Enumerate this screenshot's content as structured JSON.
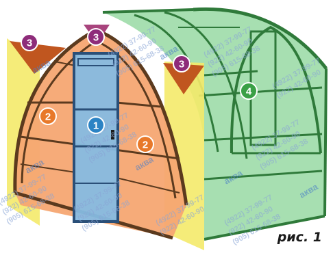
{
  "caption": "рис. 1",
  "watermark": {
    "brand": "аква",
    "lines": [
      "(4922) 37-99-77",
      "(922) 42-60-90",
      "(905) 615-68-38"
    ]
  },
  "badges": [
    {
      "label": "1",
      "part": "door",
      "color": "#2b83c4"
    },
    {
      "label": "2",
      "part": "end-wall-left",
      "color": "#e8792a"
    },
    {
      "label": "2",
      "part": "end-wall-right",
      "color": "#e8792a"
    },
    {
      "label": "3",
      "part": "top-triangle-left",
      "color": "#8e2c7a"
    },
    {
      "label": "3",
      "part": "top-triangle-center",
      "color": "#8e2c7a"
    },
    {
      "label": "3",
      "part": "top-triangle-right",
      "color": "#8e2c7a"
    },
    {
      "label": "4",
      "part": "side-cover",
      "color": "#3aa046"
    }
  ],
  "colors": {
    "frame": "#5b3a1e",
    "end_wall": "#f3a46d",
    "door": "#7fb5de",
    "side_cover": "#8fd49a",
    "frame_green": "#2f7a3a",
    "sheet_yellow": "#f4ea6a",
    "triangle": "#c0561f"
  }
}
